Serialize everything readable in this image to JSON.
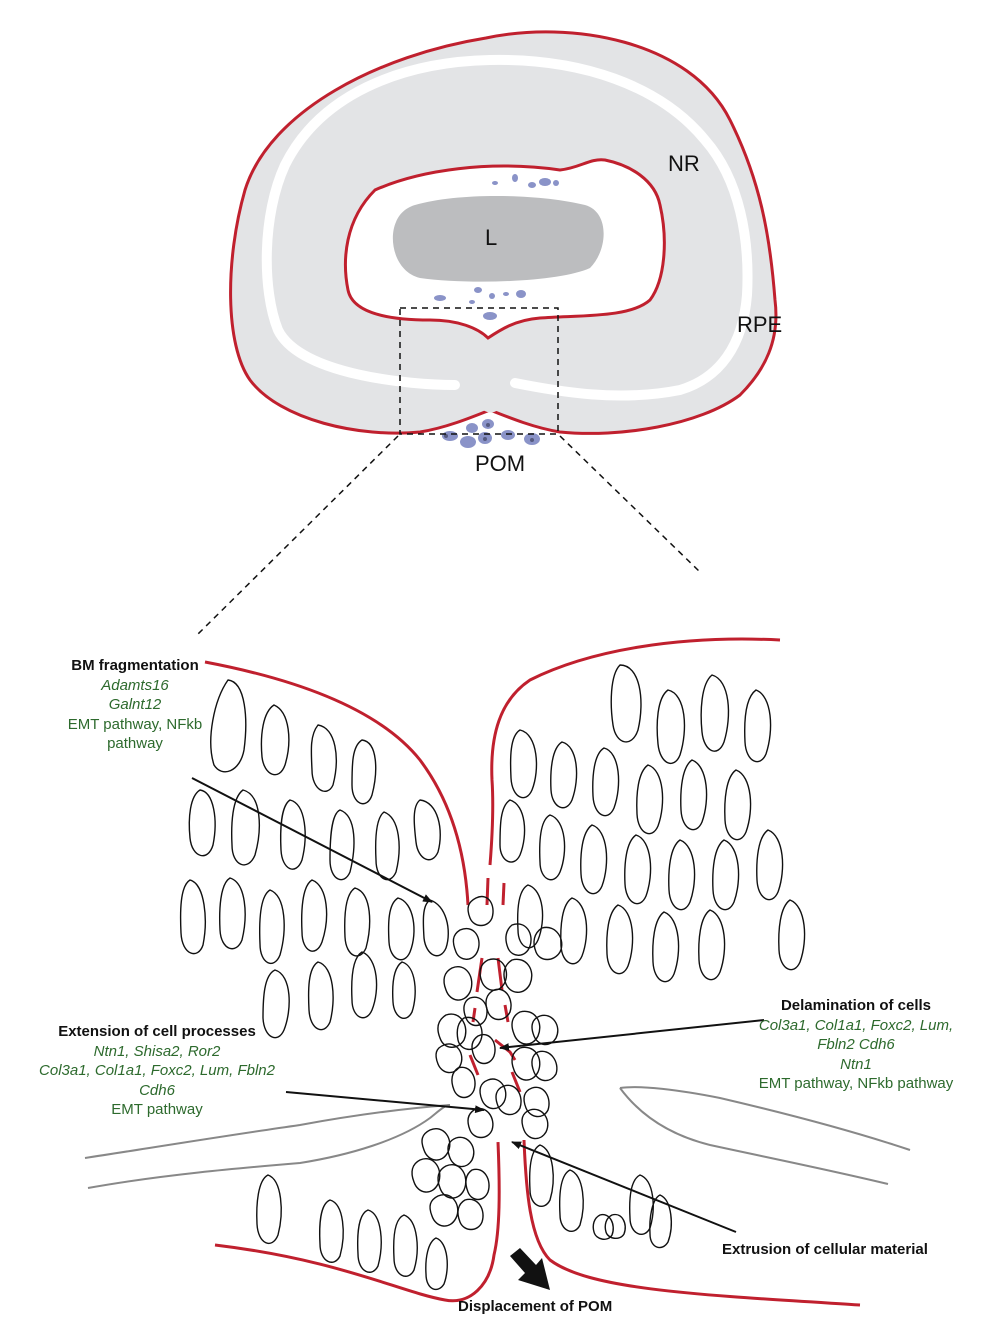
{
  "colors": {
    "epithelium": "#c0202e",
    "tissue_fill": "#e3e4e6",
    "lens_fill": "#bcbdbf",
    "pom_cell": "#8a93c8",
    "gene_text": "#2d6a2d",
    "outline": "#111111"
  },
  "eye": {
    "nr": "NR",
    "l": "L",
    "rpe": "RPE",
    "pom": "POM"
  },
  "annotations": {
    "bm_fragmentation": {
      "title": "BM fragmentation",
      "genes": [
        "Adamts16",
        "Galnt12"
      ],
      "pathways": [
        "EMT pathway, NFkb",
        "pathway"
      ]
    },
    "extension": {
      "title": "Extension of cell processes",
      "genes": [
        "Ntn1, Shisa2, Ror2",
        "Col3a1, Col1a1, Foxc2, Lum, Fbln2",
        "Cdh6"
      ],
      "pathways": [
        "EMT pathway"
      ]
    },
    "delamination": {
      "title": "Delamination of cells",
      "genes": [
        "Col3a1, Col1a1, Foxc2, Lum,",
        "Fbln2 Cdh6",
        "Ntn1"
      ],
      "pathways": [
        "EMT pathway, NFkb pathway"
      ]
    },
    "extrusion": {
      "title": "Extrusion of cellular material"
    },
    "displacement": {
      "title": "Displacement of POM"
    }
  }
}
